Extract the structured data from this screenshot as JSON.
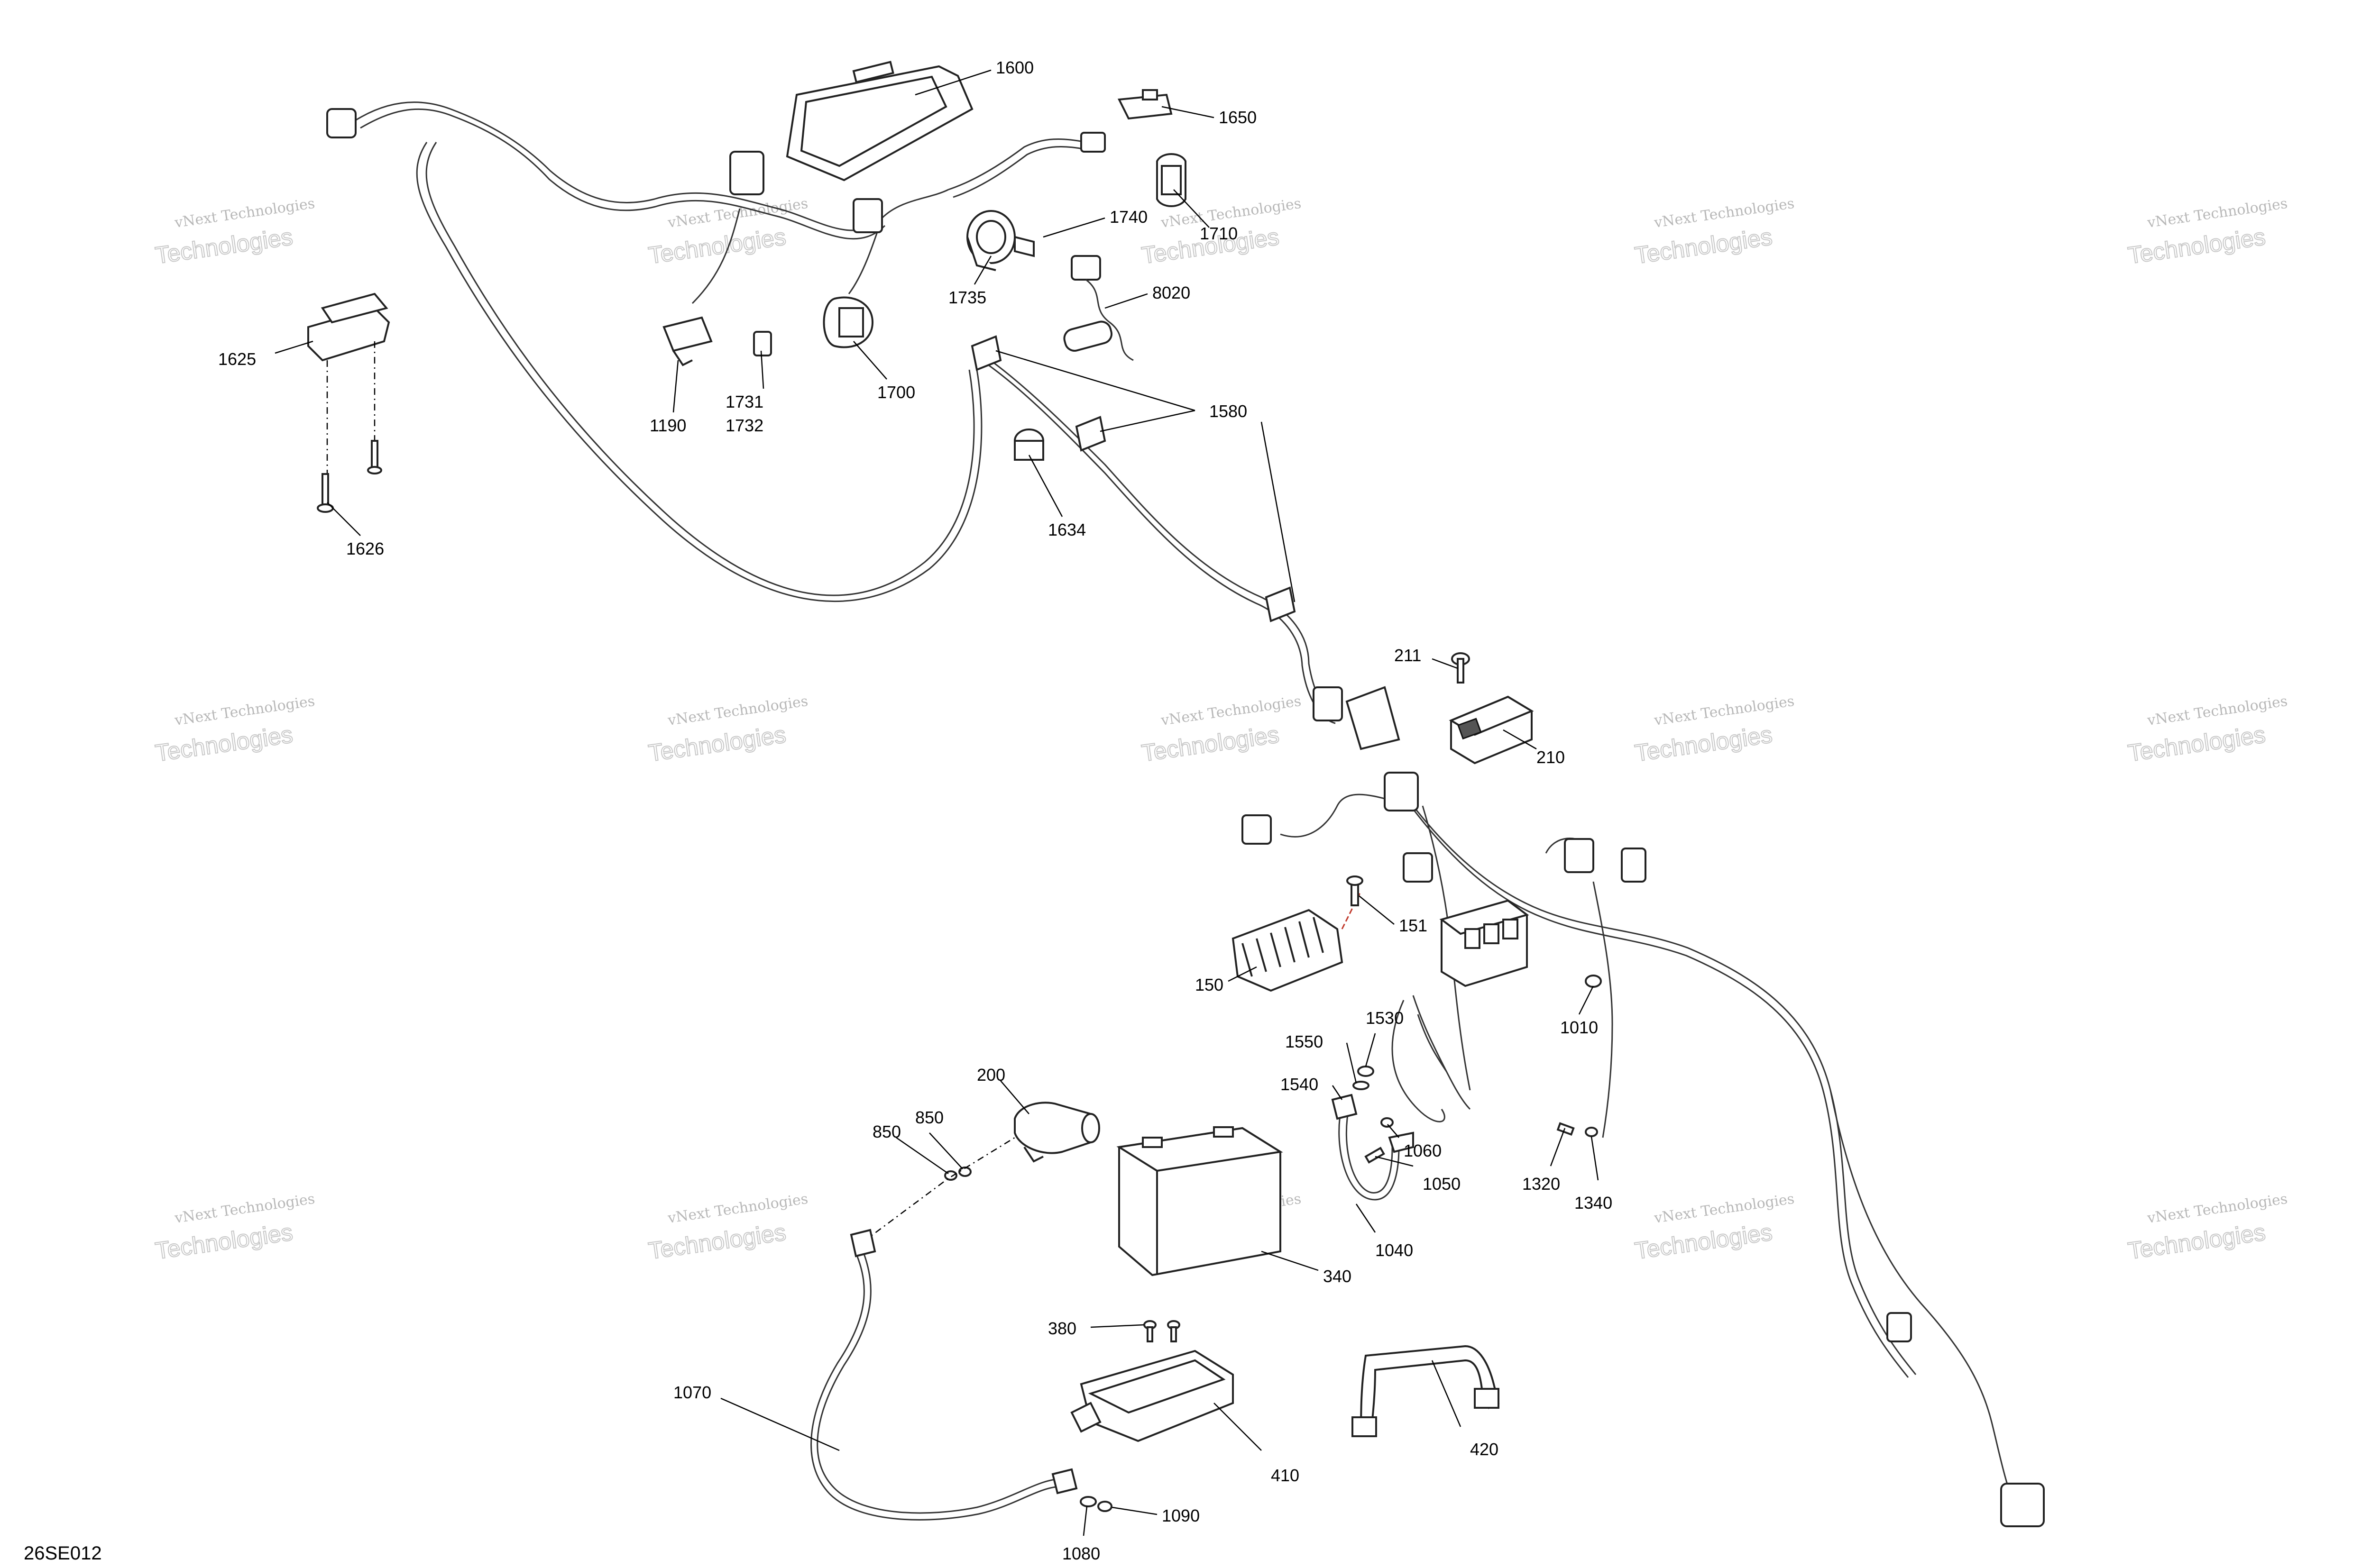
{
  "diagram_code": "26SE012",
  "watermark": {
    "line1": "vNext Technologies",
    "line2": "Technologies"
  },
  "labels": {
    "p1600": "1600",
    "p1650": "1650",
    "p1740": "1740",
    "p1710": "1710",
    "p8020": "8020",
    "p1735": "1735",
    "p1625": "1625",
    "p1626": "1626",
    "p1190": "1190",
    "p1731": "1731",
    "p1732": "1732",
    "p1700": "1700",
    "p1580": "1580",
    "p1634": "1634",
    "p211": "211",
    "p210": "210",
    "p151": "151",
    "p150": "150",
    "p1010": "1010",
    "p1530": "1530",
    "p1550": "1550",
    "p1540": "1540",
    "p1060": "1060",
    "p1050": "1050",
    "p1040": "1040",
    "p1320": "1320",
    "p1340": "1340",
    "p200": "200",
    "p850a": "850",
    "p850b": "850",
    "p340": "340",
    "p380": "380",
    "p410": "410",
    "p420": "420",
    "p1070": "1070",
    "p1090": "1090",
    "p1080": "1080"
  }
}
